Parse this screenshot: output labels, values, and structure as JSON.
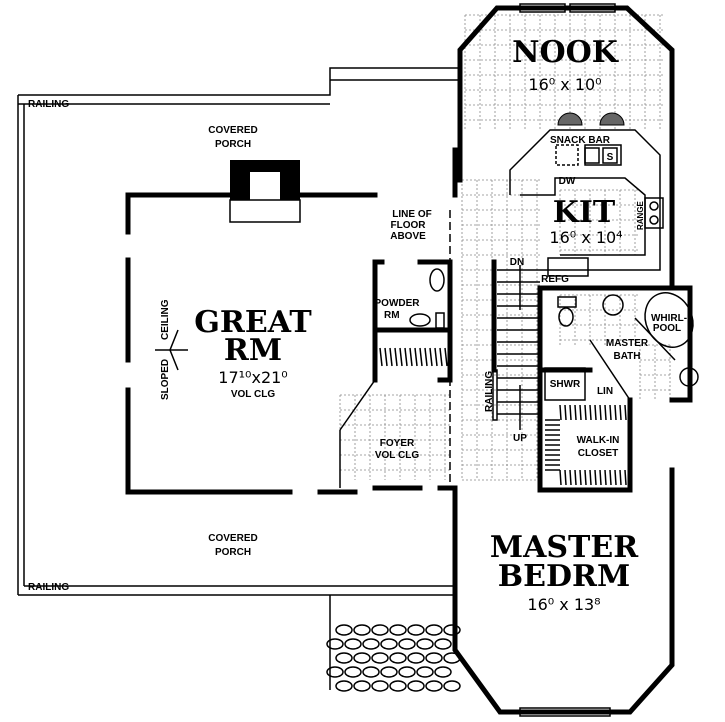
{
  "rooms": {
    "great_rm": {
      "name_1": "GREAT",
      "name_2": "RM",
      "dim": "17¹⁰x21⁰",
      "note": "VOL CLG"
    },
    "nook": {
      "name": "NOOK",
      "dim": "16⁰ x 10⁰"
    },
    "kit": {
      "name": "KIT",
      "dim": "16⁰ x 10⁴"
    },
    "master_bedrm": {
      "name_1": "MASTER",
      "name_2": "BEDRM",
      "dim": "16⁰ x 13⁸"
    },
    "master_bath": {
      "name_1": "MASTER",
      "name_2": "BATH"
    },
    "powder_rm": {
      "name_1": "POWDER",
      "name_2": "RM"
    },
    "foyer": {
      "name": "FOYER",
      "note": "VOL CLG"
    },
    "walk_in_closet": {
      "name_1": "WALK-IN",
      "name_2": "CLOSET"
    }
  },
  "labels": {
    "railing_top": "RAILING",
    "railing_bottom": "RAILING",
    "railing_stair": "RAILING",
    "covered_porch_top_1": "COVERED",
    "covered_porch_top_2": "PORCH",
    "covered_porch_bottom_1": "COVERED",
    "covered_porch_bottom_2": "PORCH",
    "sloped": "SLOPED",
    "ceiling": "CEILING",
    "line_of_floor_1": "LINE OF",
    "line_of_floor_2": "FLOOR",
    "line_of_floor_3": "ABOVE",
    "snack_bar": "SNACK BAR",
    "dw": "DW",
    "sink": "S",
    "range": "RANGE",
    "refg": "REFG",
    "dn": "DN",
    "up": "UP",
    "whirlpool_1": "WHIRL-",
    "whirlpool_2": "POOL",
    "shwr": "SHWR",
    "lin": "LIN"
  }
}
